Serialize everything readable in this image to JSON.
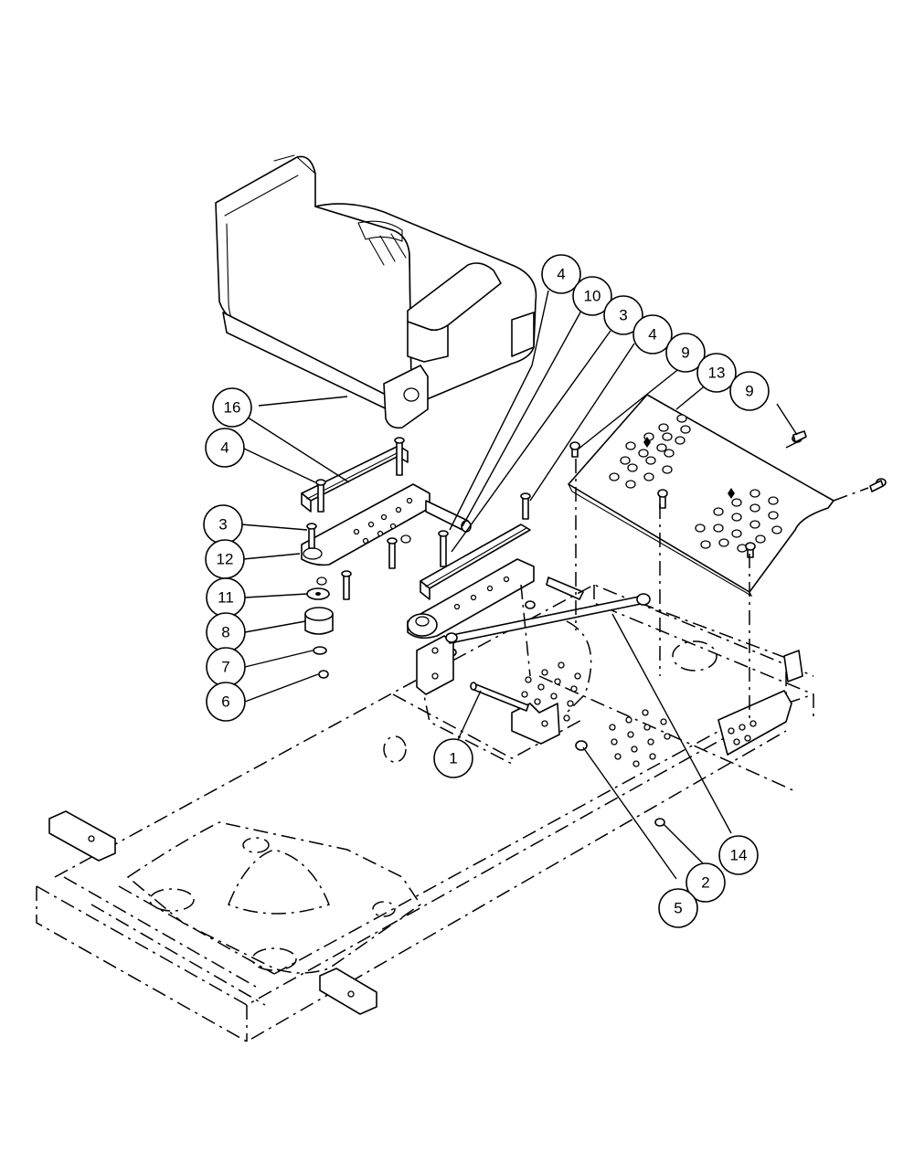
{
  "callouts": [
    {
      "id": "callout-1",
      "label": "1"
    },
    {
      "id": "callout-2",
      "label": "2"
    },
    {
      "id": "callout-3-left",
      "label": "3"
    },
    {
      "id": "callout-3-right",
      "label": "3"
    },
    {
      "id": "callout-4-left",
      "label": "4"
    },
    {
      "id": "callout-4-top",
      "label": "4"
    },
    {
      "id": "callout-4-right",
      "label": "4"
    },
    {
      "id": "callout-5",
      "label": "5"
    },
    {
      "id": "callout-6",
      "label": "6"
    },
    {
      "id": "callout-7",
      "label": "7"
    },
    {
      "id": "callout-8",
      "label": "8"
    },
    {
      "id": "callout-9-left",
      "label": "9"
    },
    {
      "id": "callout-9-right",
      "label": "9"
    },
    {
      "id": "callout-10",
      "label": "10"
    },
    {
      "id": "callout-11",
      "label": "11"
    },
    {
      "id": "callout-12",
      "label": "12"
    },
    {
      "id": "callout-13",
      "label": "13"
    },
    {
      "id": "callout-14",
      "label": "14"
    },
    {
      "id": "callout-16",
      "label": "16"
    }
  ]
}
